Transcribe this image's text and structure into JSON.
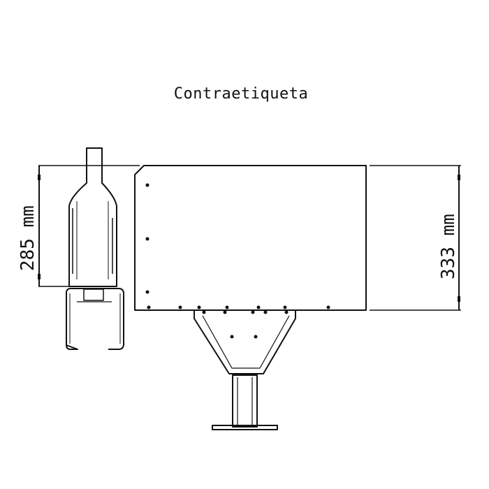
{
  "title": "Contraetiqueta",
  "dimensions": {
    "left": "285 mm",
    "right": "333 mm"
  },
  "colors": {
    "line": "#111111",
    "background": "#ffffff"
  }
}
